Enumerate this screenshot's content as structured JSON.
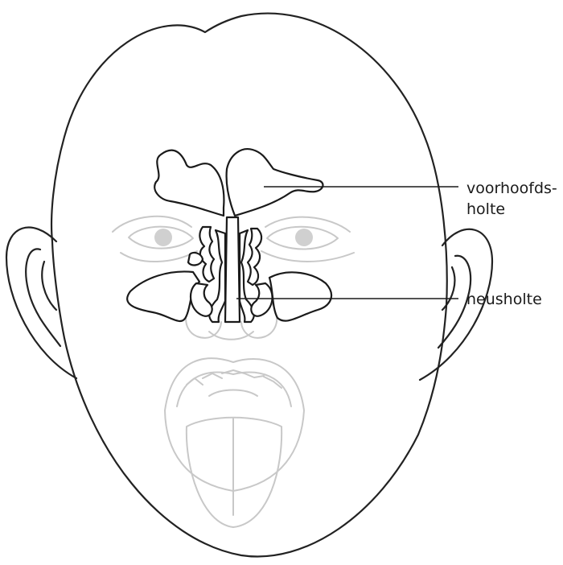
{
  "labels": {
    "frontal_sinus_line1": "voorhoofds-",
    "frontal_sinus_line2": "holte",
    "nasal_cavity": "neusholte"
  },
  "colors": {
    "outline": "#222222",
    "faded_features": "#c8c8c8",
    "eye_iris": "#d0d0d0"
  }
}
